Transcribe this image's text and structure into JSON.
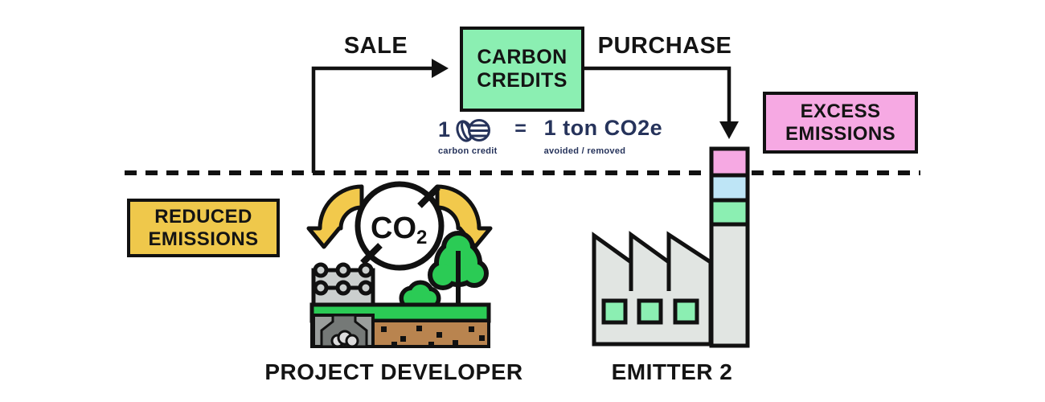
{
  "colors": {
    "carbon_credit_green": "#8BEFB2",
    "excess_pink": "#F6A9E3",
    "reduced_yellow": "#EFC84B",
    "chimney_blue": "#BEE5F6",
    "grass_green": "#2BCB55",
    "soil_brown": "#B9844F",
    "factory_gray": "#E1E5E2",
    "arrow_yellow": "#F2C94C",
    "ink_navy": "#26335B",
    "line_black": "#111111"
  },
  "flow": {
    "sale_label": "SALE",
    "purchase_label": "PURCHASE",
    "credit_box_line1": "CARBON",
    "credit_box_line2": "CREDITS"
  },
  "equation": {
    "quantity": "1",
    "quantity_caption": "carbon credit",
    "equals_sign": "=",
    "value": "1 ton CO2e",
    "value_caption": "avoided / removed"
  },
  "reduced_badge": {
    "line1": "REDUCED",
    "line2": "EMISSIONS"
  },
  "excess_badge": {
    "line1": "EXCESS",
    "line2": "EMISSIONS"
  },
  "entities": {
    "seller": "PROJECT DEVELOPER",
    "buyer": "EMITTER 2"
  },
  "icons": {
    "co2_symbol_text": "CO",
    "co2_symbol_subscript": "2",
    "coins_icon": "carbon-credit-coins",
    "factory_icon": "factory-with-chimney",
    "landscape_icon": "carbon-capture-landscape"
  }
}
